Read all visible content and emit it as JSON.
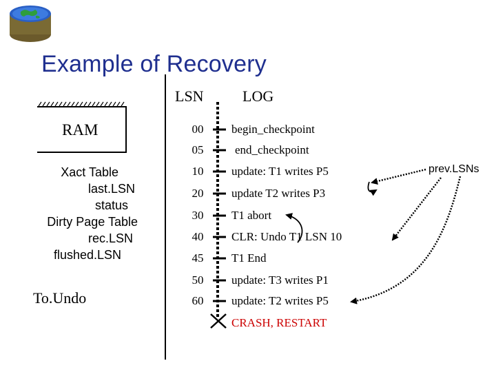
{
  "slide": {
    "title": "Example of Recovery",
    "lsn_header": "LSN",
    "log_header": "LOG"
  },
  "ram": {
    "label": "RAM",
    "lines": [
      "Xact Table",
      "last.LSN",
      "status",
      "Dirty Page Table",
      "rec.LSN",
      "flushed.LSN"
    ],
    "to_undo": "To.Undo"
  },
  "log": [
    {
      "lsn": "00",
      "entry": "begin_checkpoint"
    },
    {
      "lsn": "05",
      "entry": "end_checkpoint"
    },
    {
      "lsn": "10",
      "entry": "update: T1 writes P5"
    },
    {
      "lsn": "20",
      "entry": "update T2 writes P3"
    },
    {
      "lsn": "30",
      "entry": "T1 abort"
    },
    {
      "lsn": "40",
      "entry": "CLR: Undo T1 LSN 10"
    },
    {
      "lsn": "45",
      "entry": "T1 End"
    },
    {
      "lsn": "50",
      "entry": "update: T3 writes P1"
    },
    {
      "lsn": "60",
      "entry": "update: T2 writes P5"
    }
  ],
  "crash": "CRASH, RESTART",
  "annotation": "prev.LSNs",
  "colors": {
    "title": "#1f2f8f",
    "crash": "#cc0000",
    "logo_blue": "#2a5fc4",
    "logo_green": "#2e9e3e"
  }
}
